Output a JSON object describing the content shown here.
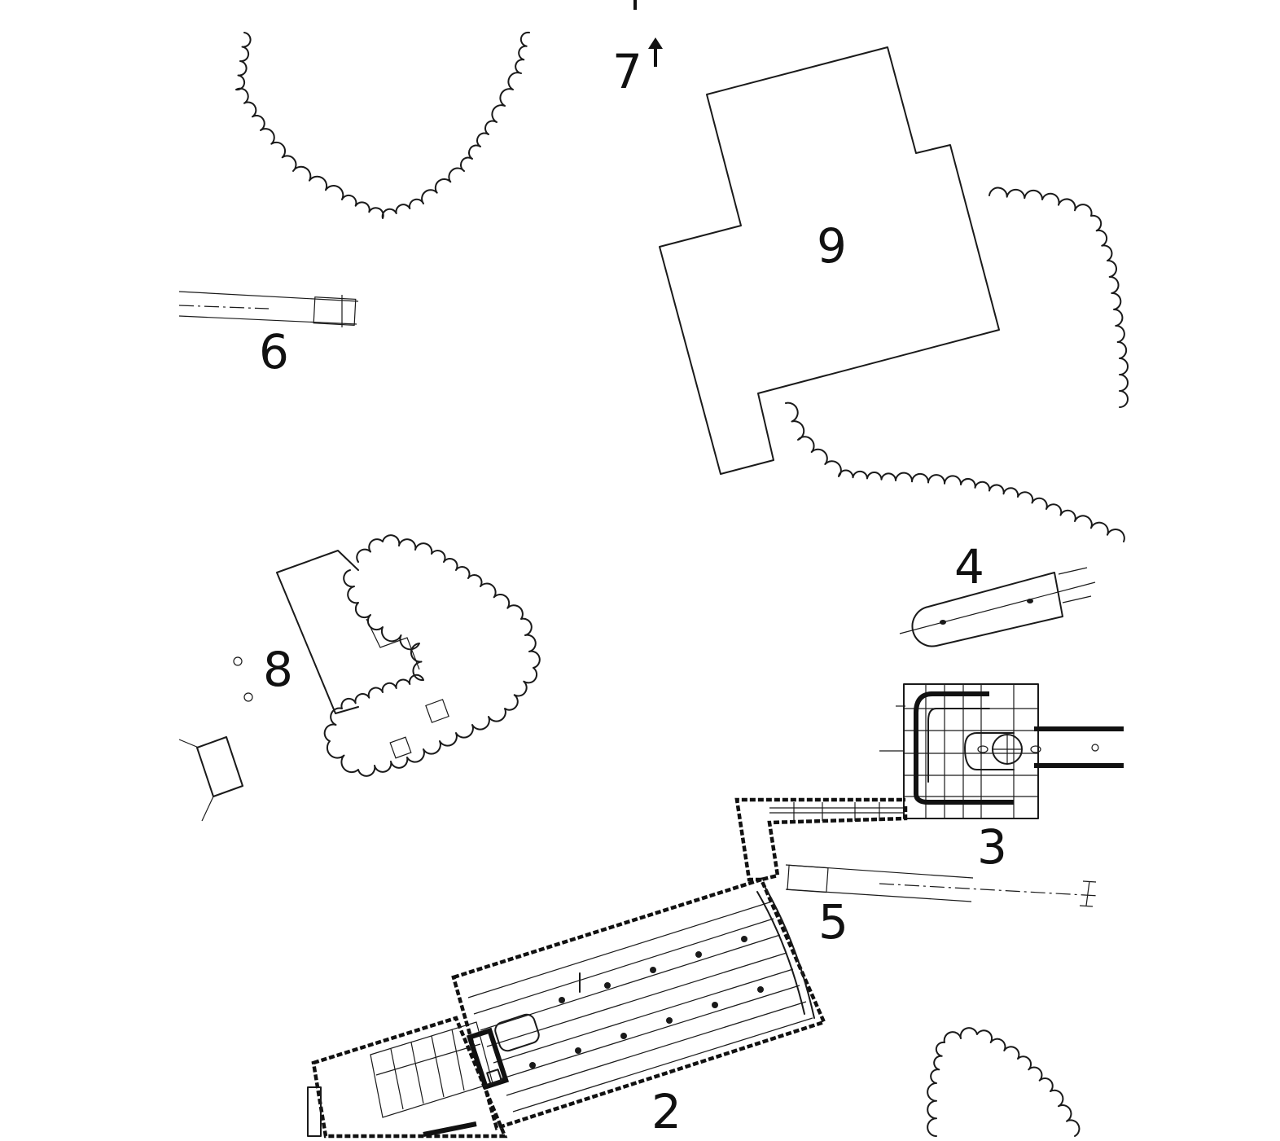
{
  "labels": {
    "l2": "2",
    "l3": "3",
    "l4": "4",
    "l5": "5",
    "l6": "6",
    "l7": "7",
    "l8": "8",
    "l9": "9"
  },
  "icons": {
    "north_arrow": "arrow-up-icon"
  },
  "colors": {
    "ink": "#1a1a1a",
    "paper": "#ffffff"
  }
}
